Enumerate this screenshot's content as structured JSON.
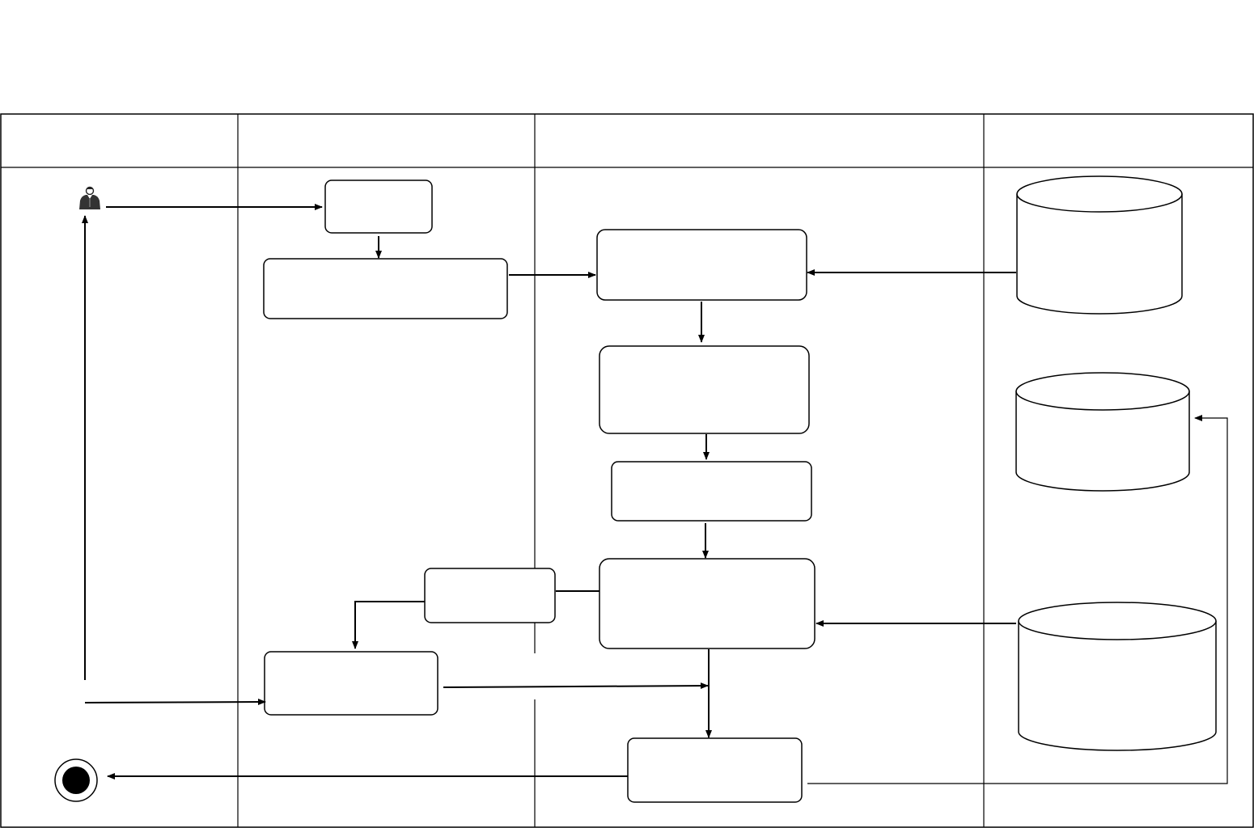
{
  "diagram": {
    "type": "swimlane-activity-diagram",
    "title": "",
    "colors": {
      "line": "#000000",
      "background": "#ffffff",
      "end_node_fill": "#000000"
    },
    "lanes": [
      {
        "id": "lane-1",
        "label": ""
      },
      {
        "id": "lane-2",
        "label": ""
      },
      {
        "id": "lane-3",
        "label": ""
      },
      {
        "id": "lane-4",
        "label": ""
      }
    ],
    "nodes": [
      {
        "id": "start-actor",
        "kind": "actor",
        "icon": "user-icon",
        "label": ""
      },
      {
        "id": "box-a",
        "kind": "activity",
        "label": ""
      },
      {
        "id": "box-b",
        "kind": "activity",
        "label": ""
      },
      {
        "id": "box-c",
        "kind": "activity",
        "label": ""
      },
      {
        "id": "box-d",
        "kind": "activity",
        "label": ""
      },
      {
        "id": "box-e",
        "kind": "activity",
        "label": ""
      },
      {
        "id": "box-f",
        "kind": "activity",
        "label": ""
      },
      {
        "id": "box-g",
        "kind": "activity",
        "label": ""
      },
      {
        "id": "box-h",
        "kind": "activity",
        "label": ""
      },
      {
        "id": "box-i",
        "kind": "activity",
        "label": ""
      },
      {
        "id": "db-1",
        "kind": "database",
        "label": ""
      },
      {
        "id": "db-2",
        "kind": "database",
        "label": ""
      },
      {
        "id": "db-3",
        "kind": "database",
        "label": ""
      },
      {
        "id": "end-node",
        "kind": "final",
        "label": ""
      }
    ],
    "edges": [
      {
        "from": "start-actor",
        "to": "box-a"
      },
      {
        "from": "box-a",
        "to": "box-b"
      },
      {
        "from": "box-b",
        "to": "box-c"
      },
      {
        "from": "db-1",
        "to": "box-c"
      },
      {
        "from": "box-c",
        "to": "box-d"
      },
      {
        "from": "box-d",
        "to": "box-e"
      },
      {
        "from": "box-e",
        "to": "box-f"
      },
      {
        "from": "db-3",
        "to": "box-f"
      },
      {
        "from": "box-f",
        "to": "box-g"
      },
      {
        "from": "box-g",
        "to": "box-h"
      },
      {
        "from": "box-h",
        "to": "start-actor"
      },
      {
        "from": "box-h",
        "to": "box-i"
      },
      {
        "from": "box-f",
        "to": "box-i"
      },
      {
        "from": "box-i",
        "to": "db-2"
      },
      {
        "from": "box-i",
        "to": "end-node"
      }
    ]
  }
}
